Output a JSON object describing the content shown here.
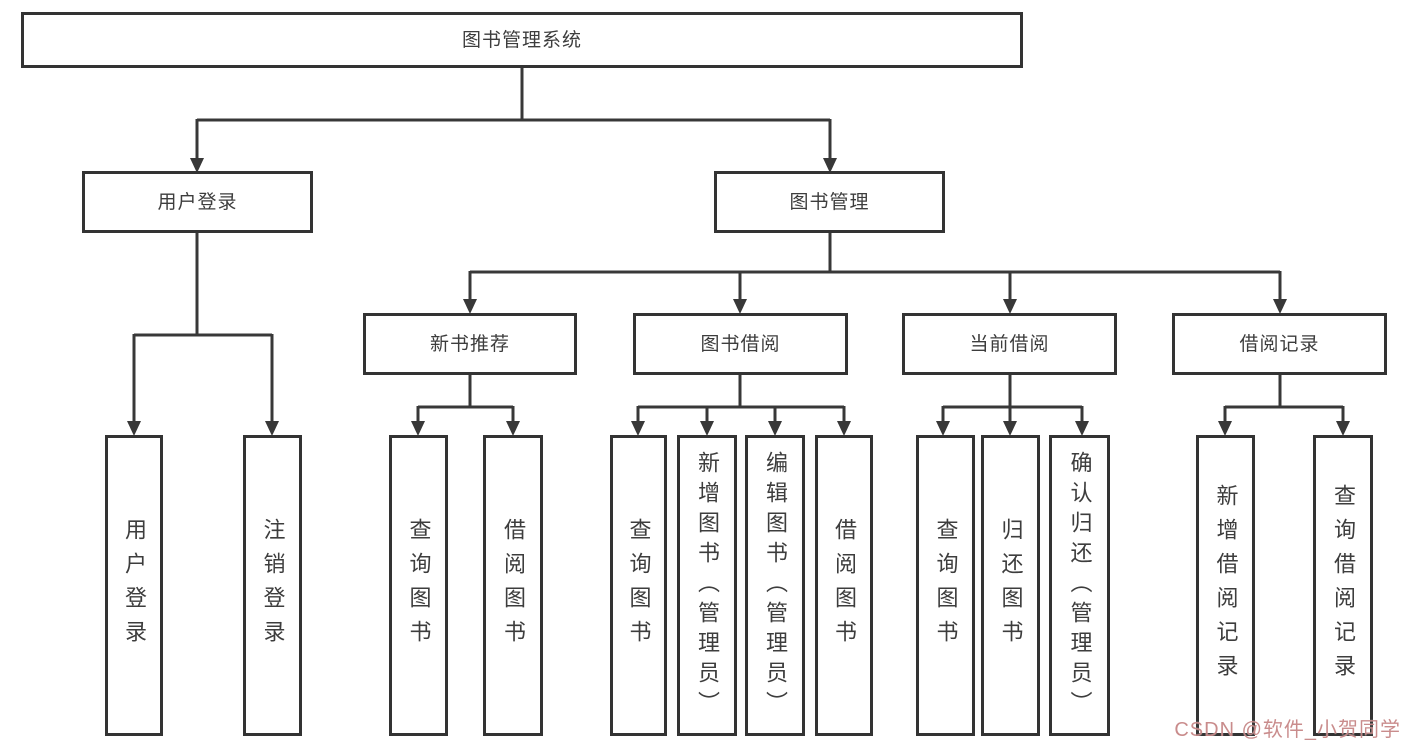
{
  "diagram": {
    "root": "图书管理系统",
    "branches": [
      {
        "label": "用户登录",
        "children": [
          "用户登录",
          "注销登录"
        ]
      },
      {
        "label": "图书管理",
        "children": [
          {
            "label": "新书推荐",
            "children": [
              "查询图书",
              "借阅图书"
            ]
          },
          {
            "label": "图书借阅",
            "children": [
              "查询图书",
              "新增图书（管理员）",
              "编辑图书（管理员）",
              "借阅图书"
            ]
          },
          {
            "label": "当前借阅",
            "children": [
              "查询图书",
              "归还图书",
              "确认归还（管理员）"
            ]
          },
          {
            "label": "借阅记录",
            "children": [
              "新增借阅记录",
              "查询借阅记录"
            ]
          }
        ]
      }
    ],
    "watermark": "CSDN @软件_小贺同学"
  },
  "colors": {
    "line": "#383838",
    "box_border": "#333333",
    "text": "#3d3d3d",
    "watermark": "#c08080",
    "background": "#ffffff"
  }
}
